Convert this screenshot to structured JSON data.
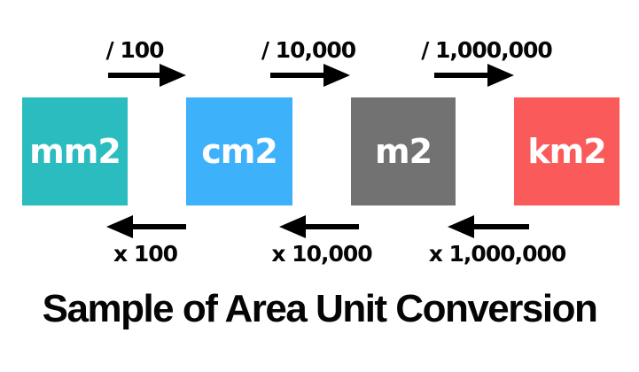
{
  "diagram": {
    "title": "Sample of Area Unit Conversion",
    "background_color": "#ffffff",
    "arrow_color": "#000000",
    "text_color": "#050505",
    "units": [
      {
        "label": "mm2",
        "color": "#2abcbf",
        "text_color": "#ffffff"
      },
      {
        "label": "cm2",
        "color": "#3eb1fb",
        "text_color": "#ffffff"
      },
      {
        "label": "m2",
        "color": "#727272",
        "text_color": "#ffffff"
      },
      {
        "label": "km2",
        "color": "#fb5a5a",
        "text_color": "#ffffff"
      }
    ],
    "divide_conversions": [
      {
        "label": "/ 100",
        "icon": "arrow-right-icon",
        "from": "mm2",
        "to": "cm2"
      },
      {
        "label": "/ 10,000",
        "icon": "arrow-right-icon",
        "from": "cm2",
        "to": "m2"
      },
      {
        "label": "/ 1,000,000",
        "icon": "arrow-right-icon",
        "from": "m2",
        "to": "km2"
      }
    ],
    "multiply_conversions": [
      {
        "label": "x 100",
        "icon": "arrow-left-icon",
        "from": "cm2",
        "to": "mm2"
      },
      {
        "label": "x 10,000",
        "icon": "arrow-left-icon",
        "from": "m2",
        "to": "cm2"
      },
      {
        "label": "x 1,000,000",
        "icon": "arrow-left-icon",
        "from": "km2",
        "to": "m2"
      }
    ]
  }
}
